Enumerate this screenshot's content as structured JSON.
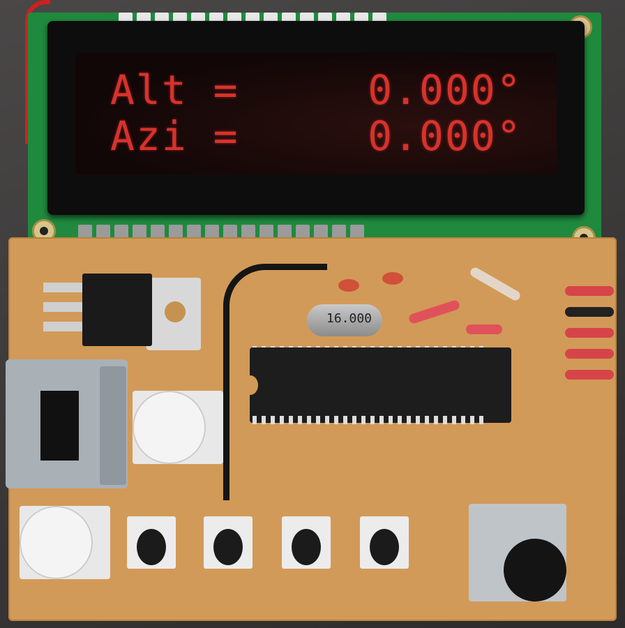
{
  "display": {
    "line1": "Alt =     0.000°",
    "line2": "Azi =     0.000°"
  },
  "components": {
    "crystal_label": "16.000"
  },
  "colors": {
    "lcd_text": "#d8322c",
    "board": "#d29a58",
    "lcd_pcb": "#1f8a3d"
  }
}
